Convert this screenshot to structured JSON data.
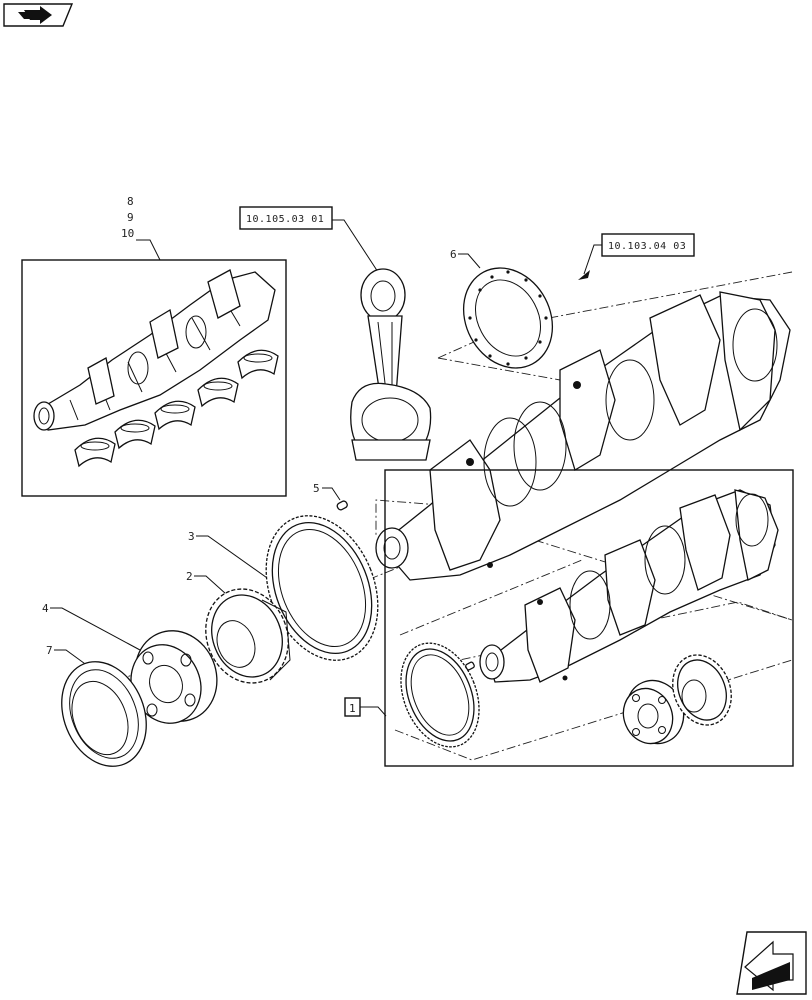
{
  "navigation": {
    "top_left_icon": "right-arrow-icon",
    "bottom_right_icon": "left-arrow-icon"
  },
  "references": {
    "conrod_ref": "10.105.03 01",
    "crank_ref": "10.103.04 03"
  },
  "callouts": {
    "c1": "1",
    "c2": "2",
    "c3": "3",
    "c4": "4",
    "c5": "5",
    "c6": "6",
    "c7": "7",
    "c8": "8",
    "c9": "9",
    "c10": "10"
  }
}
